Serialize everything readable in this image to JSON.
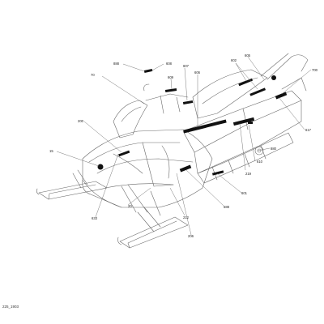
{
  "diagram": {
    "reference_code": "225_1903",
    "callouts": [
      "888",
      "608",
      "607",
      "70",
      "606",
      "602",
      "609",
      "605",
      "700",
      "200",
      "15",
      "617",
      "880",
      "219",
      "601",
      "610",
      "20",
      "633",
      "588",
      "212",
      "206"
    ]
  },
  "colors": {
    "line": "#6a6a6a",
    "highlight": "#111111",
    "text": "#222222"
  }
}
